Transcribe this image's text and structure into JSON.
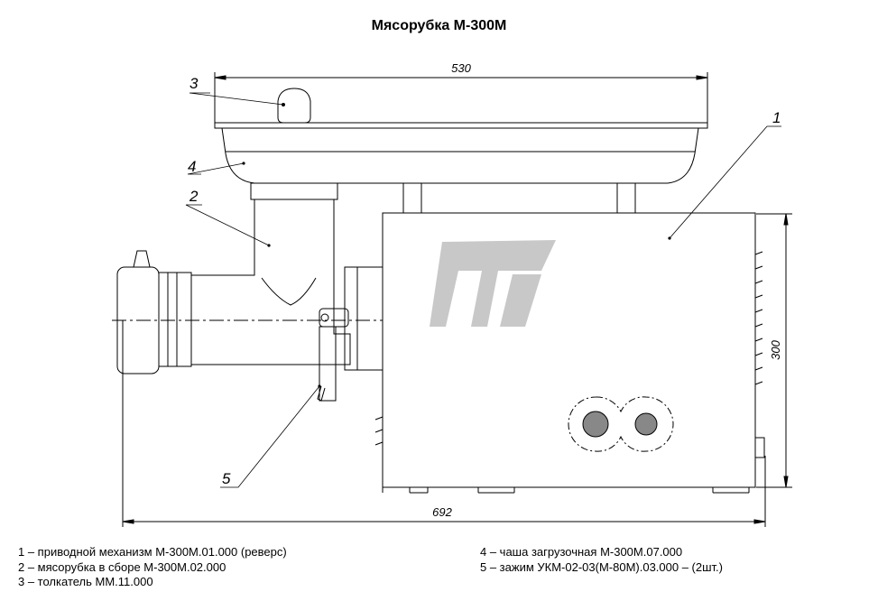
{
  "title": "Мясорубка М-300М",
  "dimensions": {
    "top_width": "530",
    "bottom_width": "692",
    "height": "300"
  },
  "callouts": [
    "1",
    "2",
    "3",
    "4",
    "5"
  ],
  "legend": {
    "left": [
      "1 – приводной механизм М-300М.01.000 (реверс)",
      "2 – мясорубка в сборе М-300М.02.000",
      "3 – толкатель ММ.11.000"
    ],
    "right": [
      "4 – чаша загрузочная М-300М.07.000",
      "5 – зажим УКМ-02-03(М-80М).03.000 – (2шт.)"
    ]
  },
  "colors": {
    "line": "#000000",
    "logo": "#c8c8c8",
    "bolt": "#888888"
  }
}
